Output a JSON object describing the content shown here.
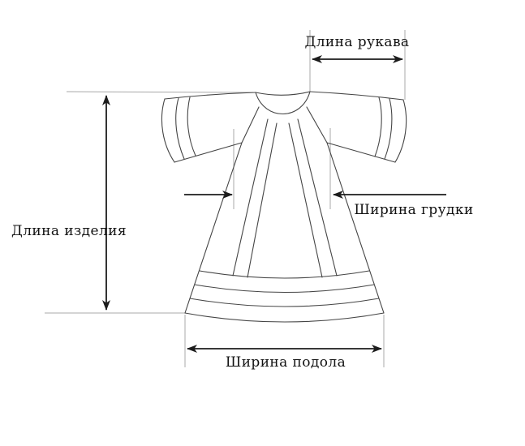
{
  "labels": {
    "sleeve_length": "Длина рукава",
    "product_length": "Длина изделия",
    "chest_width": "Ширина грудки",
    "hem_width": "Ширина подола"
  },
  "colors": {
    "outline": "#454545",
    "extension_line": "#a8a8a8",
    "dimension_arrow": "#1c1c1c",
    "label_text": "#121212",
    "background": "#ffffff"
  }
}
